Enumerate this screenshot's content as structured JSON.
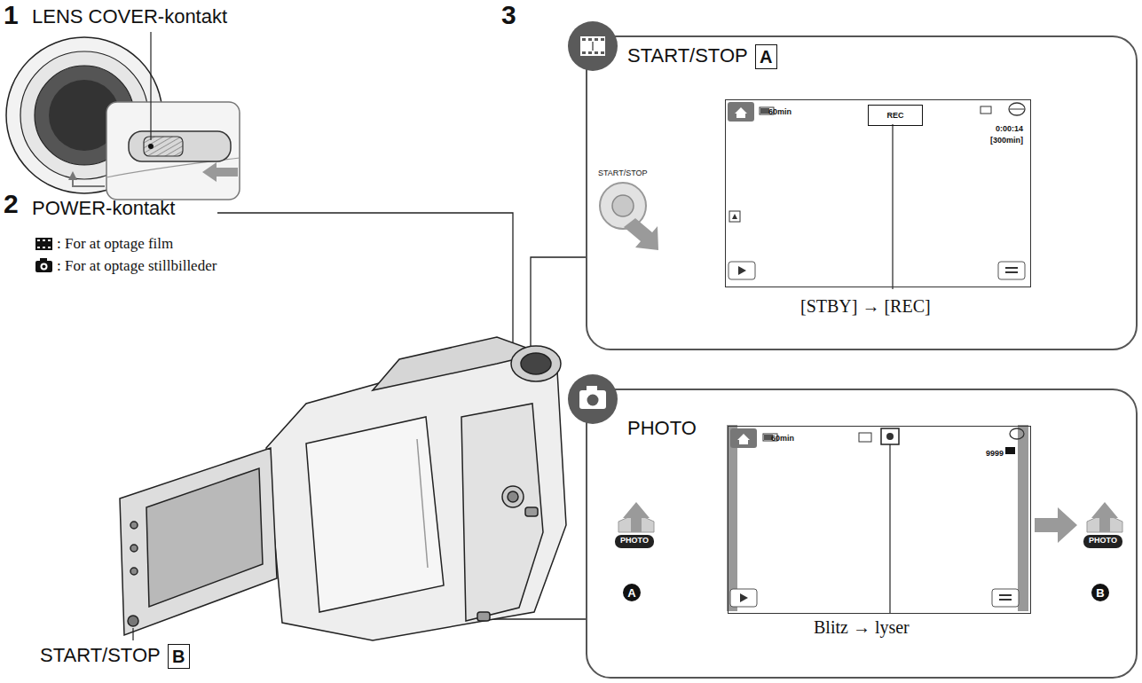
{
  "diagram": {
    "nodes": [
      {
        "text": [
          "START/STOP",
          "[STBY] → [REC]"
        ]
      },
      {
        "text": [
          "A"
        ],
        "in": 0
      },
      {
        "text": [
          "60min",
          "0:00:14",
          "[300min]"
        ],
        "in": 0
      },
      {
        "text": [
          "REC"
        ],
        "in": 2
      },
      {
        "text": [
          "PHOTO",
          "Blitz → lyser"
        ]
      },
      {
        "text": [
          "60min",
          "9999"
        ],
        "in": 4
      },
      {
        "text": [
          "A"
        ],
        "in": 4
      },
      {
        "text": [
          "B"
        ],
        "in": 4
      },
      {
        "text": [
          "B"
        ]
      }
    ],
    "labels": [
      "1",
      "LENS COVER-kontakt",
      "2",
      "POWER-kontakt",
      ": For at optage film",
      ": For at optage stillbilleder",
      "START/STOP",
      "3",
      "PHOTO",
      "PHOTO",
      "START/STOP"
    ]
  }
}
